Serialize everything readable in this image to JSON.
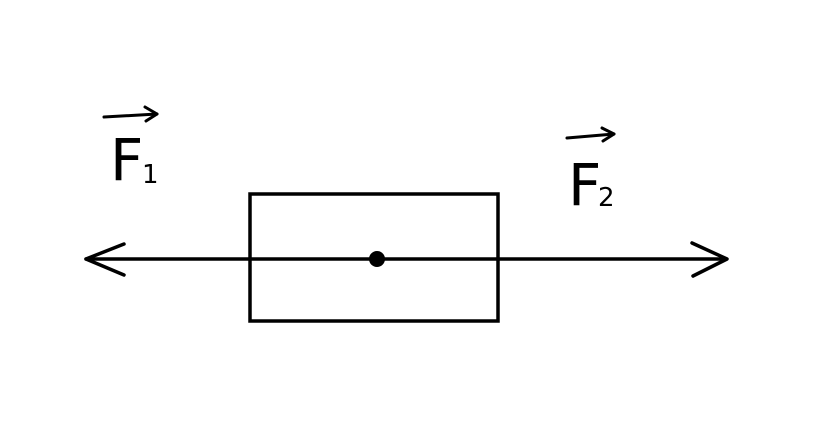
{
  "colors": {
    "background": "#ffffff",
    "ink": "#000000"
  },
  "forces": {
    "left": {
      "symbol": "F",
      "subscript": "1",
      "direction": "left",
      "has_vector_arrow": true
    },
    "right": {
      "symbol": "F",
      "subscript": "2",
      "direction": "right",
      "has_vector_arrow": true
    }
  },
  "body": {
    "shape": "rectangle",
    "center_marker": "dot"
  }
}
